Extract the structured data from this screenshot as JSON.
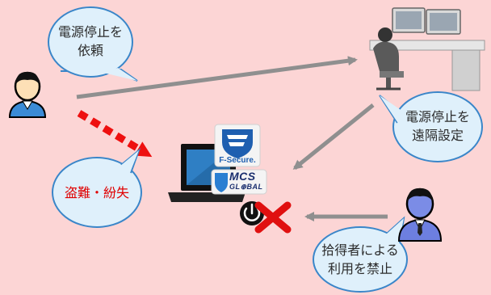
{
  "bubbles": {
    "request_power_off": [
      "電源停止を",
      "依頼"
    ],
    "remote_power_off": [
      "電源停止を",
      "遠隔設定"
    ],
    "theft_loss": [
      "盗難・紛失"
    ],
    "prohibit_use": [
      "拾得者による",
      "利用を禁止"
    ]
  },
  "logos": {
    "fsecure": "F-Secure.",
    "mcs_line1": "MCS",
    "mcs_line2": "GL⊕BAL"
  },
  "icons": {
    "admin": "person-icon",
    "operator": "desk-operator-icon",
    "laptop": "laptop-icon",
    "finder": "person-icon",
    "power_locked": "power-off-icon"
  },
  "colors": {
    "background": "#fcd5d5",
    "bubble_fill": "#dff0fb",
    "bubble_stroke": "#3a86c9",
    "arrow_gray": "#8f8f8f",
    "arrow_red": "#ee1010",
    "theft_text": "#e00000"
  }
}
